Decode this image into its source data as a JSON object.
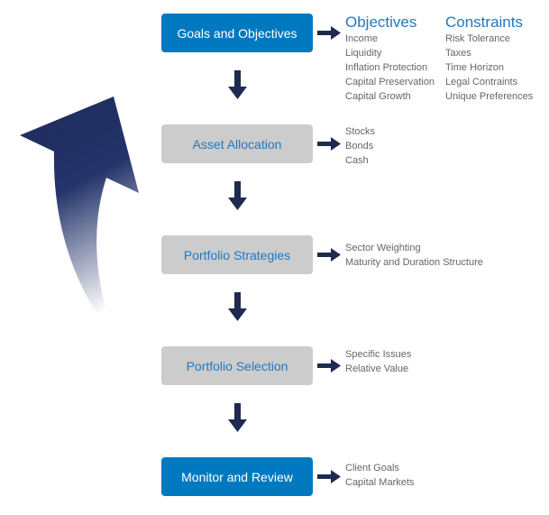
{
  "steps": [
    {
      "label": "Goals and Objectives",
      "style": "primary"
    },
    {
      "label": "Asset Allocation",
      "style": "secondary"
    },
    {
      "label": "Portfolio Strategies",
      "style": "secondary"
    },
    {
      "label": "Portfolio Selection",
      "style": "secondary"
    },
    {
      "label": "Monitor and Review",
      "style": "primary"
    }
  ],
  "goals": {
    "objectives": {
      "title": "Objectives",
      "items": [
        "Income",
        "Liquidity",
        "Inflation Protection",
        "Capital Preservation",
        "Capital Growth"
      ]
    },
    "constraints": {
      "title": "Constraints",
      "items": [
        "Risk Tolerance",
        "Taxes",
        "Time Horizon",
        "Legal Contraints",
        "Unique Preferences"
      ]
    }
  },
  "asset_allocation_items": [
    "Stocks",
    "Bonds",
    "Cash"
  ],
  "portfolio_strategies_items": [
    "Sector Weighting",
    "Maturity and Duration Structure"
  ],
  "portfolio_selection_items": [
    "Specific Issues",
    "Relative Value"
  ],
  "monitor_review_items": [
    "Client Goals",
    "Capital Markets"
  ],
  "colors": {
    "primary": "#0079c1",
    "secondary_bg": "#cccccc",
    "accent_text": "#1f78c1",
    "arrow": "#1e2a4f",
    "list_text": "#666666"
  }
}
